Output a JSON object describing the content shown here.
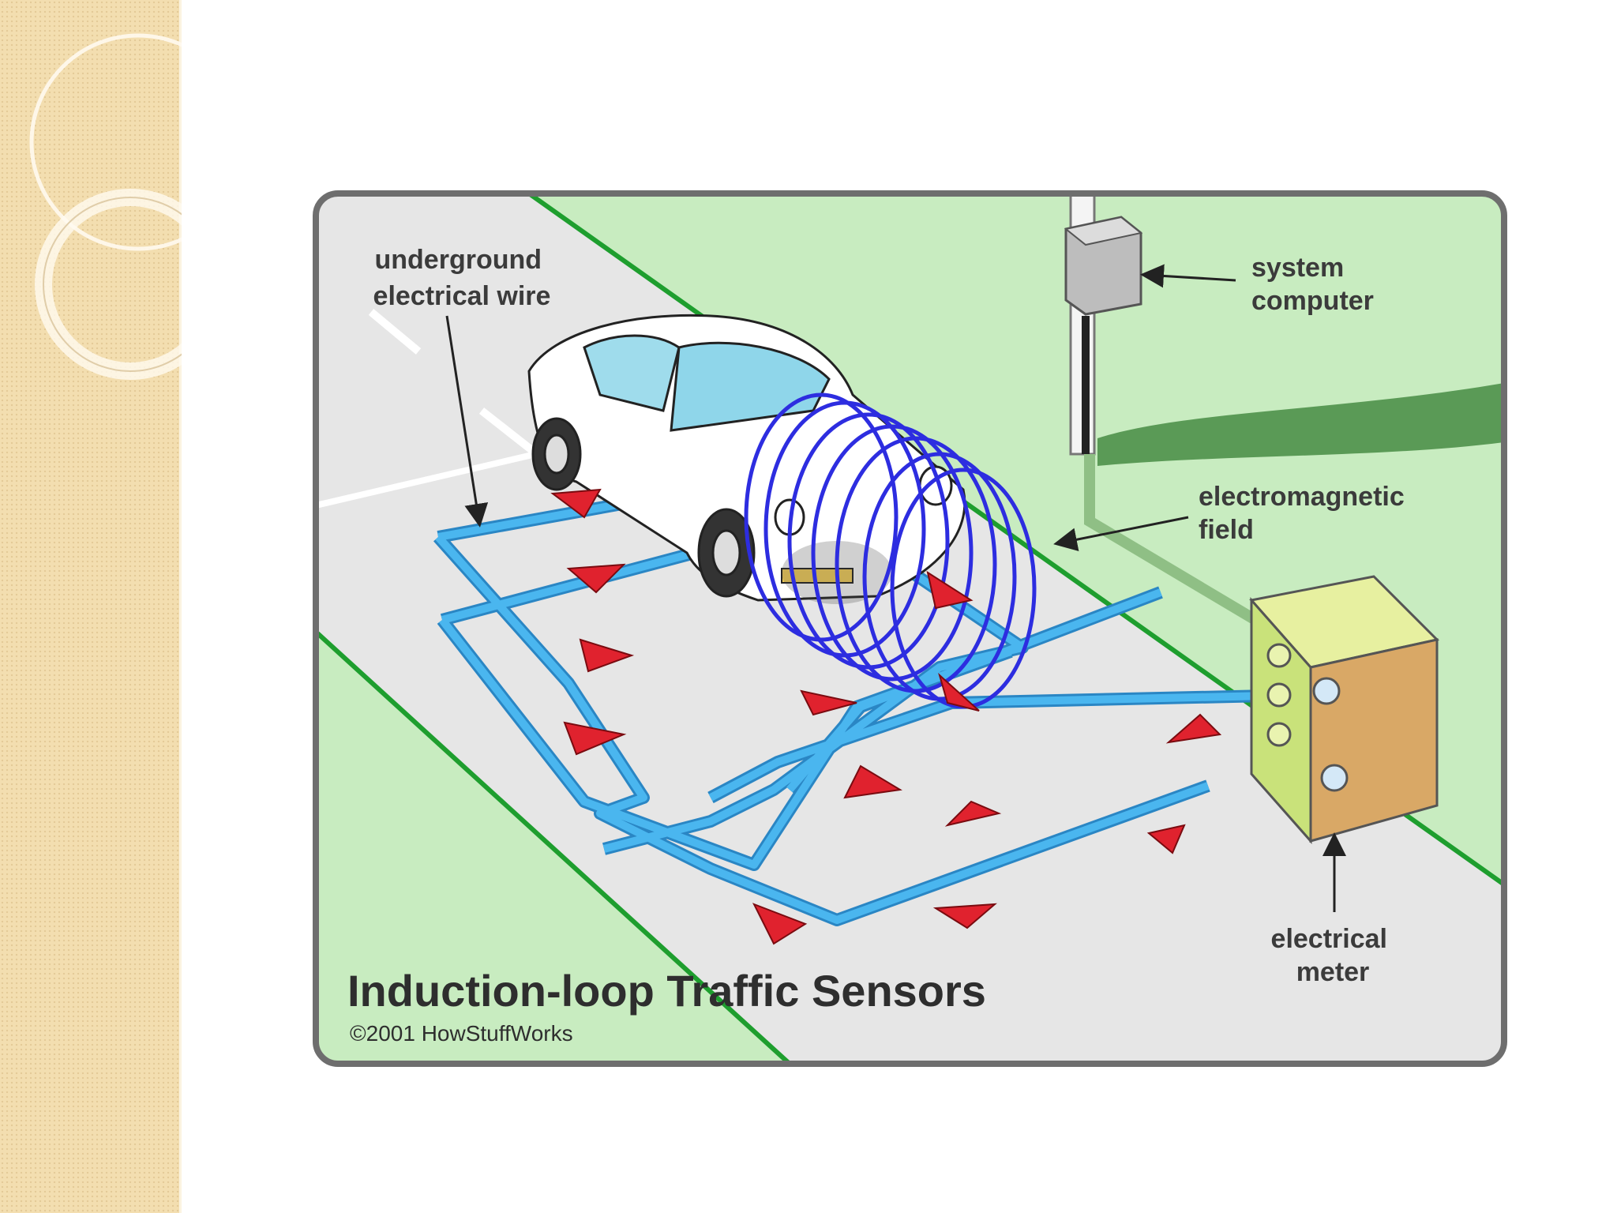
{
  "diagram": {
    "title": "Induction-loop Traffic Sensors",
    "copyright": "©2001 HowStuffWorks",
    "labels": {
      "underground_wire": [
        "underground",
        "electrical wire"
      ],
      "system_computer": [
        "system",
        "computer"
      ],
      "em_field": [
        "electromagnetic",
        "field"
      ],
      "electrical_meter": [
        "electrical",
        "meter"
      ]
    },
    "colors": {
      "grass": "#c8ecc0",
      "road": "#e6e6e6",
      "road_edge": "#1e9e2e",
      "wire": "#4ab6ef",
      "arrow": "#e0222e",
      "field": "#2d2de0",
      "frame": "#6e6e6e",
      "meter_box": "#c9e27a",
      "sidebar": "#f3deb0"
    }
  }
}
